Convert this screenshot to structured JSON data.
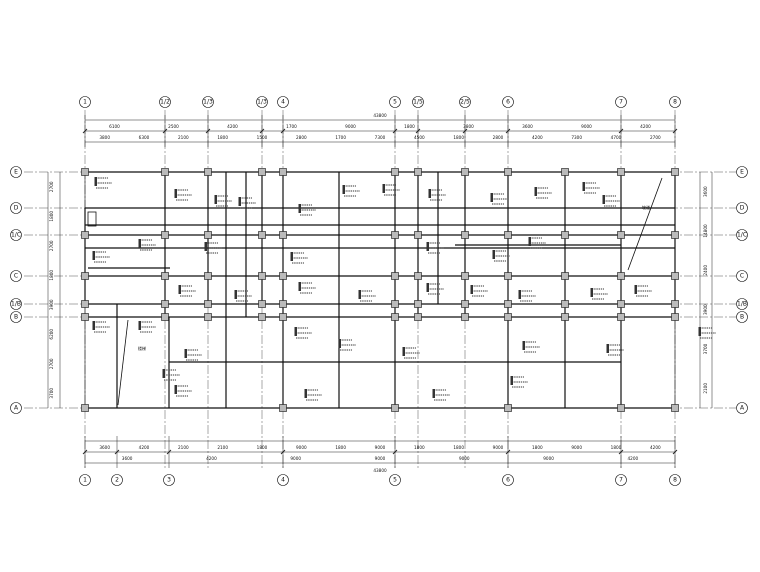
{
  "drawing": {
    "top_axes": [
      "1",
      "1/2",
      "1/3",
      "1/3",
      "4",
      "5",
      "1/5",
      "2/5",
      "6",
      "7",
      "8"
    ],
    "bottom_axes": [
      "1",
      "2",
      "3",
      "4",
      "5",
      "6",
      "7",
      "8"
    ],
    "side_axes": [
      "E",
      "D",
      "1/C",
      "C",
      "1/B",
      "B",
      "A"
    ],
    "top_dim_overall": "43800",
    "top_dim_row1": [
      "6100",
      "2500",
      "4200",
      "1700",
      "9000",
      "1800",
      "3800",
      "3600",
      "9000",
      "4200"
    ],
    "top_dim_row2": [
      "3800",
      "6300",
      "2100",
      "1800",
      "1500",
      "2800",
      "1700",
      "7300",
      "4500",
      "1800",
      "2800",
      "4200",
      "7300",
      "4700",
      "2700"
    ],
    "bottom_dim_row1": [
      "3600",
      "4200",
      "2100",
      "2100",
      "1800",
      "9000",
      "1800",
      "9000",
      "1800",
      "1800",
      "9000",
      "1800",
      "9000",
      "1800",
      "4200"
    ],
    "bottom_dim_row2": [
      "3600",
      "4200",
      "9000",
      "9000",
      "9000",
      "9000",
      "4200"
    ],
    "bottom_dim_overall": "43800",
    "left_dims": [
      "2700",
      "1800",
      "2700",
      "1800",
      "3900",
      "6200",
      "2700",
      "3700"
    ],
    "right_dims": [
      "3600",
      "14800",
      "2400",
      "3900",
      "3700",
      "2100"
    ],
    "stair_label": "楼梯",
    "ramp_label": "坡道"
  }
}
